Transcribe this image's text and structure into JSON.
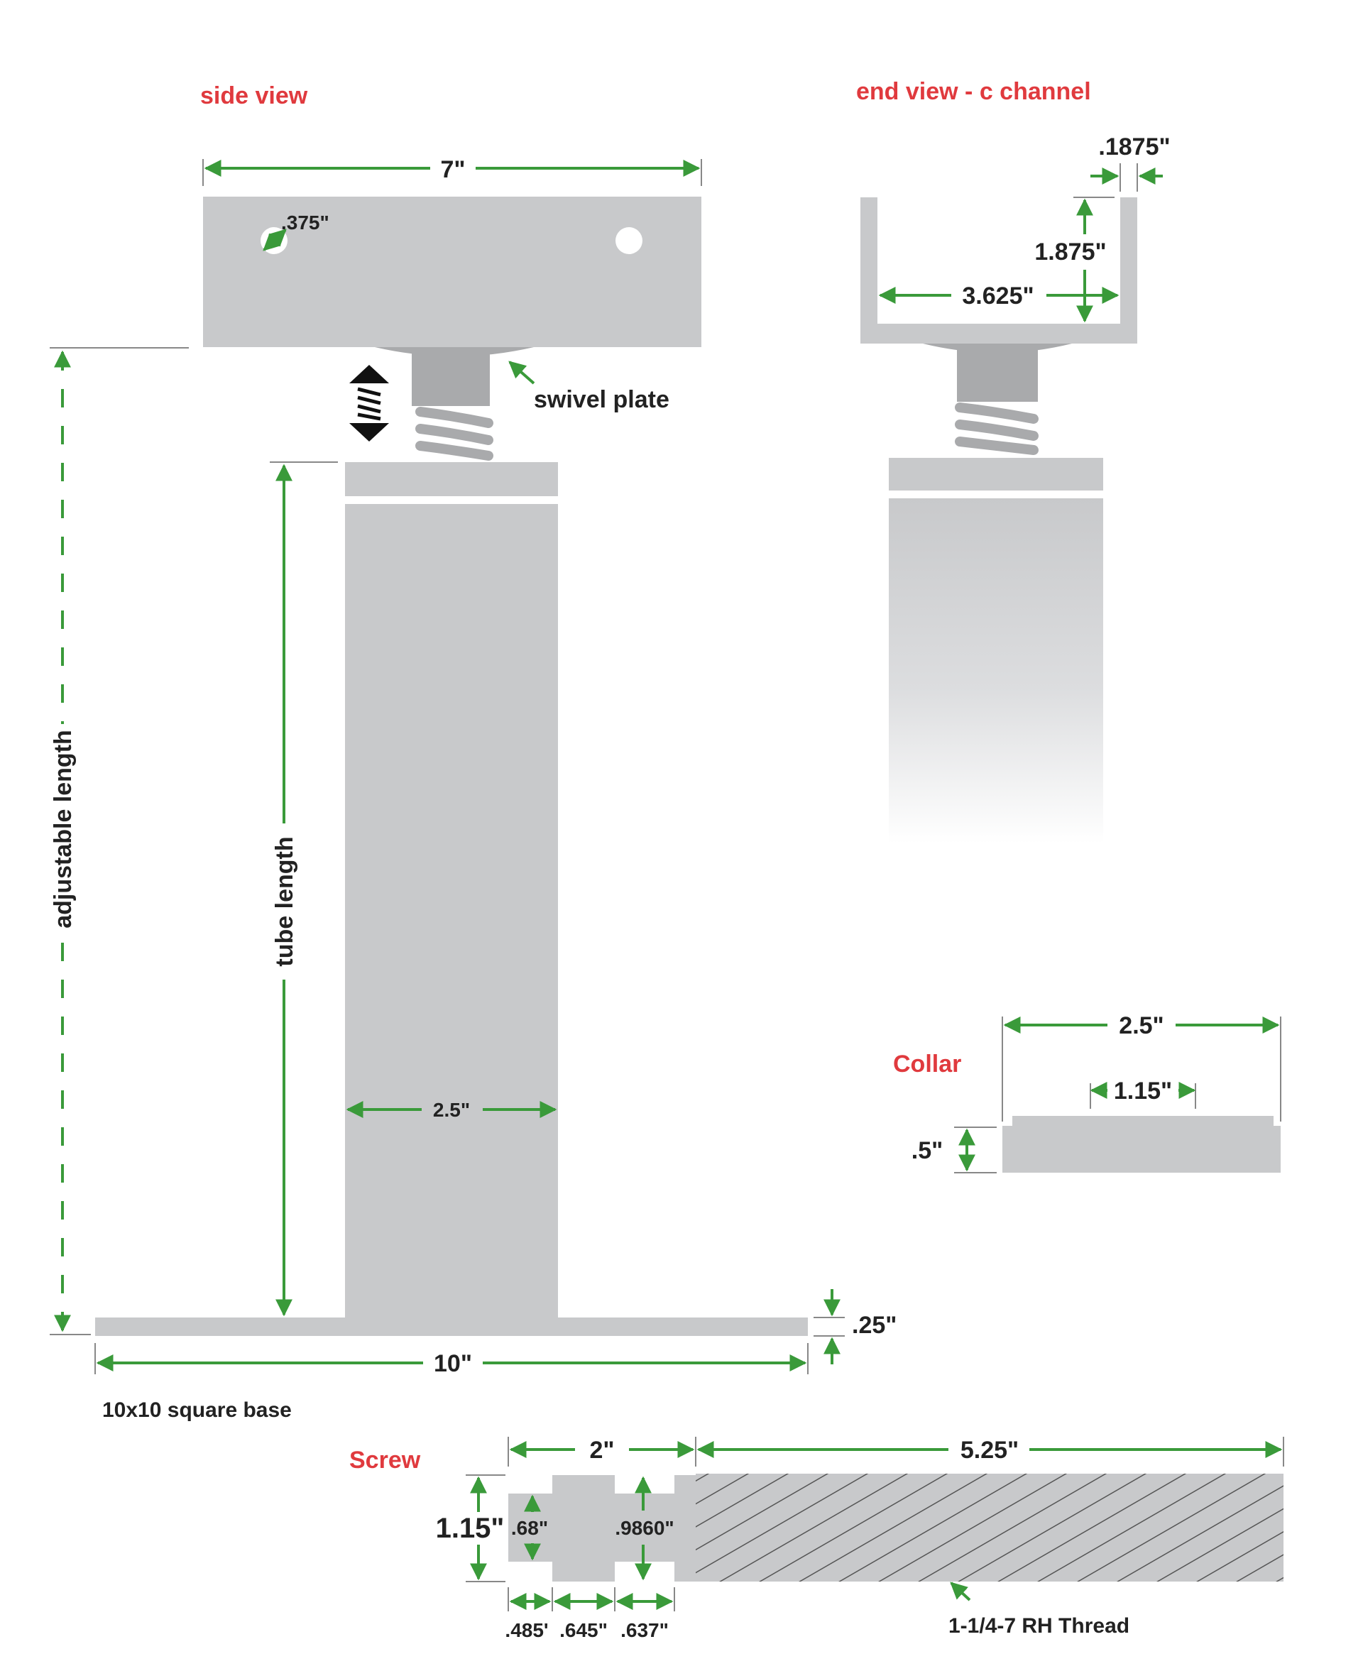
{
  "titles": {
    "side_view": "side view",
    "end_view": "end view - c channel",
    "collar": "Collar",
    "screw": "Screw"
  },
  "side": {
    "plate_width": "7\"",
    "hole_dia": ".375\"",
    "swivel_plate": "swivel plate",
    "adjustable_length": "adjustable length",
    "tube_length": "tube length",
    "tube_width": "2.5\"",
    "base_thickness": ".25\"",
    "base_width": "10\"",
    "base_note": "10x10 square base"
  },
  "end": {
    "wall": ".1875\"",
    "depth": "1.875\"",
    "inner_width": "3.625\""
  },
  "collar": {
    "outer": "2.5\"",
    "inner": "1.15\"",
    "height": ".5\""
  },
  "screw": {
    "head_length": "2\"",
    "thread_length": "5.25\"",
    "major_dia": "1.15\"",
    "minor_a": ".68\"",
    "minor_b": ".9860\"",
    "seg1": ".485'",
    "seg2": ".645\"",
    "seg3": ".637\"",
    "thread_spec": "1-1/4-7 RH Thread"
  },
  "colors": {
    "part_fill": "#c8c9cb",
    "part_dark": "#a9aaac",
    "dimension": "#3a9a3a",
    "title": "#e03a3e"
  }
}
